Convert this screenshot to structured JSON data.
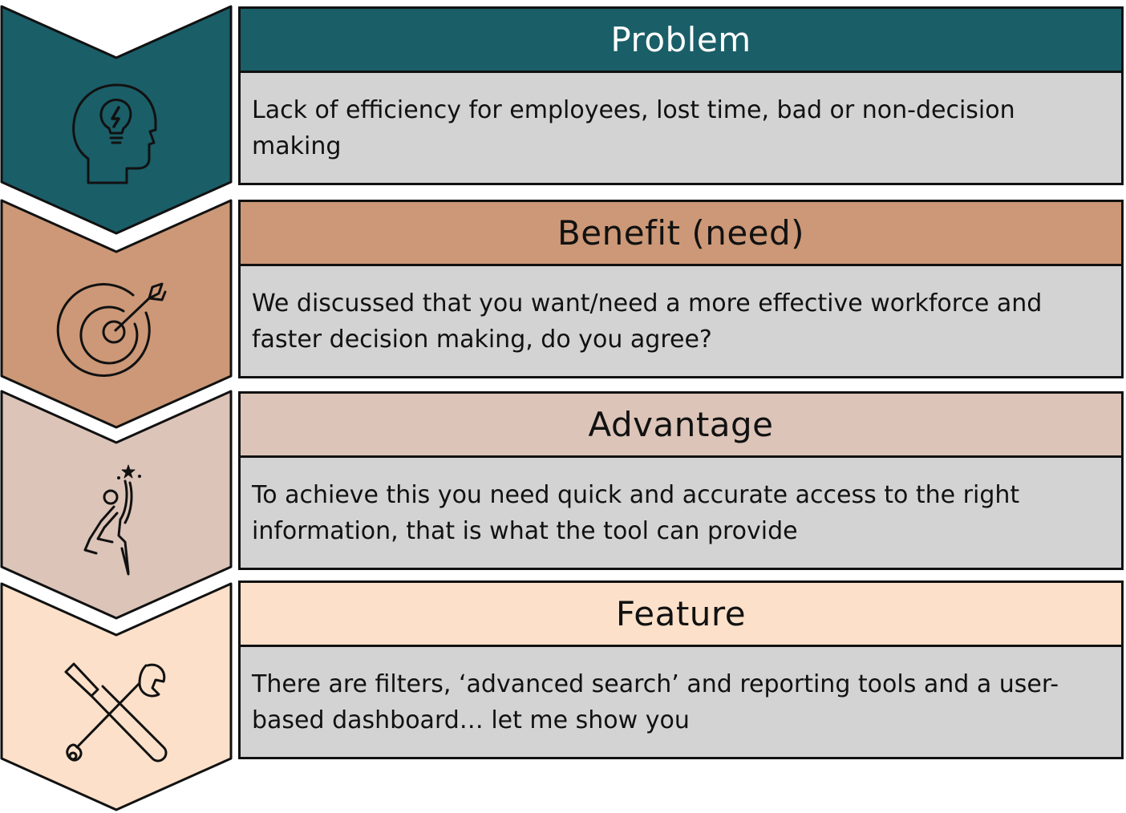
{
  "colors": {
    "problem": "#1a5e68",
    "benefit": "#cc9877",
    "advantage": "#dcc4b8",
    "feature": "#fce0c9",
    "body": "#d3d3d3",
    "outline": "#111111"
  },
  "steps": [
    {
      "key": "problem",
      "title": "Problem",
      "text": "Lack of efficiency for employees, lost time, bad or non-decision making",
      "icon": "head-lightbulb-icon"
    },
    {
      "key": "benefit",
      "title": "Benefit (need)",
      "text": "We discussed that you want/need a more effective workforce and faster decision making, do you agree?",
      "icon": "target-arrow-icon"
    },
    {
      "key": "advantage",
      "title": "Advantage",
      "text": "To achieve this you need quick and accurate access to the right information, that is what the tool can provide",
      "icon": "reaching-stars-icon"
    },
    {
      "key": "feature",
      "title": "Feature",
      "text": "There are filters, ‘advanced search’ and reporting tools and a user-based dashboard… let me show you",
      "icon": "tools-icon"
    }
  ]
}
